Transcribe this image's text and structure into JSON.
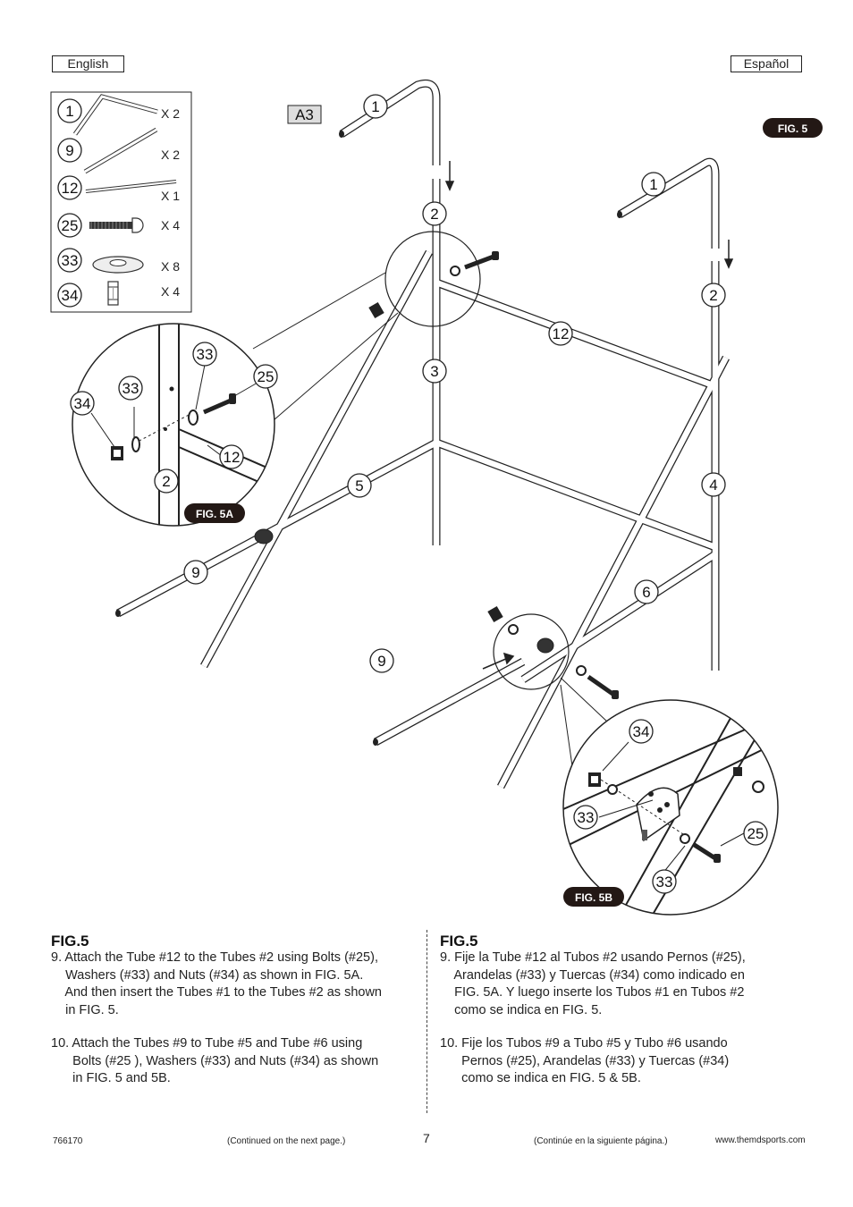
{
  "header": {
    "left_lang": "English",
    "right_lang": "Español"
  },
  "parts_box": {
    "items": [
      {
        "number": "1",
        "qty": "X 2"
      },
      {
        "number": "9",
        "qty": "X 2"
      },
      {
        "number": "12",
        "qty": "X 1"
      },
      {
        "number": "25",
        "qty": "X 4"
      },
      {
        "number": "33",
        "qty": "X 8"
      },
      {
        "number": "34",
        "qty": "X 4"
      }
    ]
  },
  "diagram": {
    "step_ref": "A3",
    "badges": {
      "fig5": "FIG. 5",
      "fig5a": "FIG. 5A",
      "fig5b": "FIG. 5B"
    },
    "callouts": {
      "c1a": "1",
      "c1b": "1",
      "c2a": "2",
      "c2b": "2",
      "c3": "3",
      "c4": "4",
      "c5": "5",
      "c6": "6",
      "c9a": "9",
      "c9b": "9",
      "c12": "12",
      "a33a": "33",
      "a33b": "33",
      "a34": "34",
      "a25": "25",
      "a12": "12",
      "a2": "2",
      "b34": "34",
      "b33a": "33",
      "b33b": "33",
      "b25": "25"
    }
  },
  "english": {
    "heading": "FIG.5",
    "step9": "9. Attach the Tube #12 to the Tubes #2 using Bolts (#25),\n    Washers (#33) and Nuts (#34) as shown in FIG. 5A.\n    And then insert the Tubes #1 to the Tubes #2 as shown\n    in FIG. 5.",
    "step10": "10. Attach the Tubes #9 to Tube #5 and Tube #6 using\n      Bolts (#25 ), Washers (#33) and Nuts (#34) as shown\n      in FIG. 5 and 5B."
  },
  "spanish": {
    "heading": "FIG.5",
    "step9": "9. Fije la Tube #12 al Tubos #2 usando Pernos (#25),\n    Arandelas (#33) y Tuercas (#34) como indicado en\n    FIG. 5A. Y luego inserte los Tubos #1 en Tubos #2\n    como se indica en FIG. 5.",
    "step10": "10. Fije los Tubos #9 a Tubo #5 y Tubo #6 usando\n      Pernos (#25), Arandelas (#33) y Tuercas (#34)\n      como se indica en FIG. 5 & 5B."
  },
  "footer": {
    "model": "766170",
    "continued_en": "(Continued on the next page.)",
    "page": "7",
    "continued_es": "(Continúe en la siguiente página.)",
    "website": "www.themdsports.com"
  }
}
